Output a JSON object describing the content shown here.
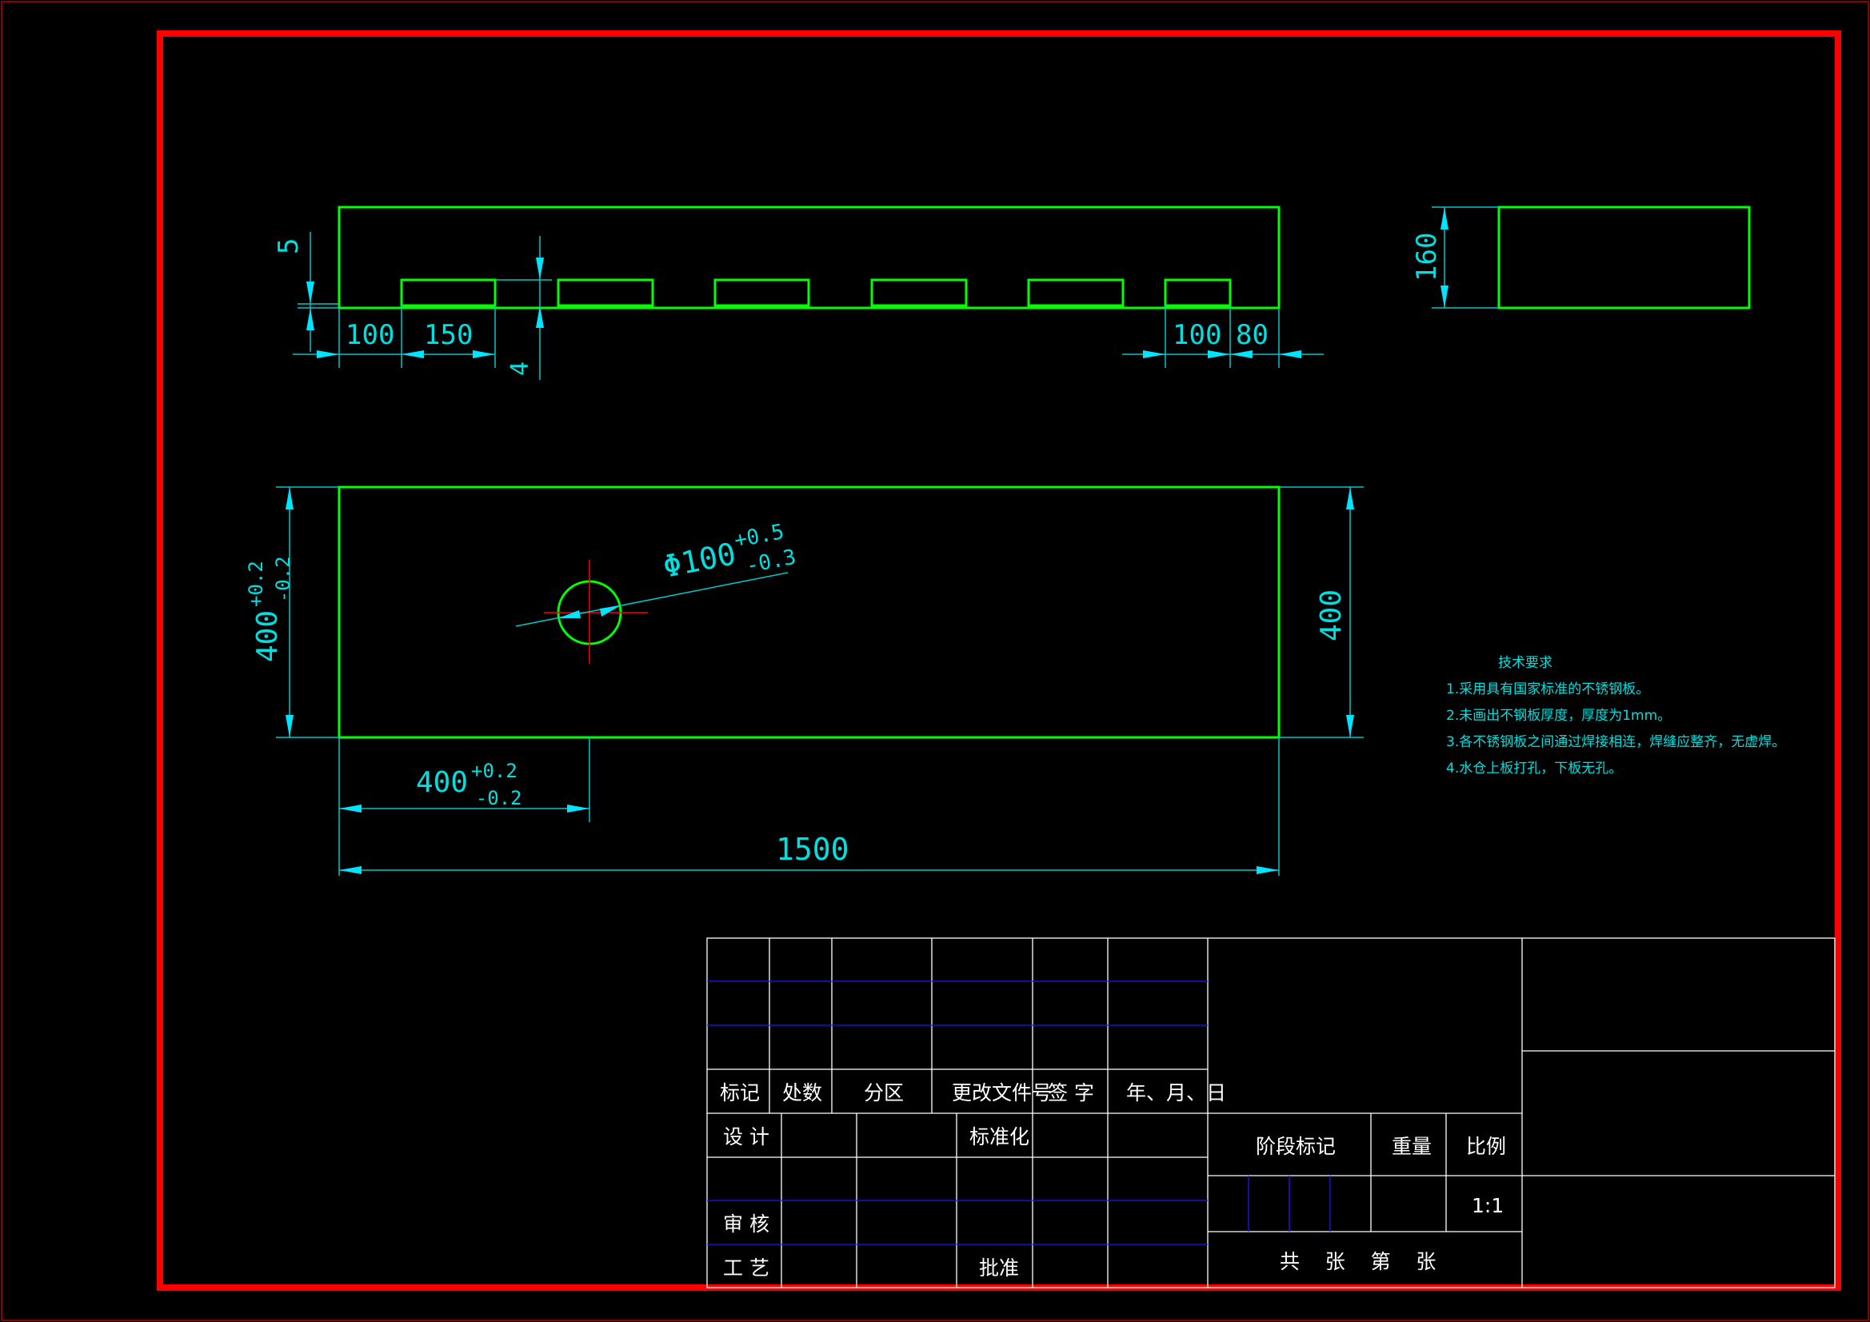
{
  "colors": {
    "frame": "#ff0000",
    "geometry": "#00ff00",
    "dimension": "#00e0e0",
    "centerline": "#ff0000",
    "titleblock": "#ffffff",
    "grid": "#1a1aff",
    "background": "#000000"
  },
  "dims": {
    "front_5": "5",
    "front_100_left": "100",
    "front_150": "150",
    "front_4": "4",
    "front_100_right": "100",
    "front_80": "80",
    "side_160": "160",
    "plan_400_base": "400",
    "plan_400_upper": "+0.2",
    "plan_400_lower": "-0.2",
    "plan_400_right": "400",
    "hole_x_base": "400",
    "hole_x_upper": "+0.2",
    "hole_x_lower": "-0.2",
    "length_1500": "1500",
    "hole_dia_base": "Φ100",
    "hole_dia_upper": "+0.5",
    "hole_dia_lower": "-0.3"
  },
  "notes": {
    "title": "技术要求",
    "items": [
      "1.采用具有国家标准的不锈钢板。",
      "2.未画出不钢板厚度，厚度为1mm。",
      "3.各不锈钢板之间通过焊接相连，焊缝应整齐，无虚焊。",
      "4.水仓上板打孔，下板无孔。"
    ]
  },
  "titleblock": {
    "headers": [
      "标记",
      "处数",
      "分区",
      "更改文件号",
      "签 字",
      "年、月、日"
    ],
    "design": "设 计",
    "standardize": "标准化",
    "review": "审 核",
    "process": "工 艺",
    "approve": "批准",
    "stage_mark": "阶段标记",
    "weight": "重量",
    "scale_label": "比例",
    "scale_value": "1:1",
    "sheets": "共    张    第    张"
  }
}
